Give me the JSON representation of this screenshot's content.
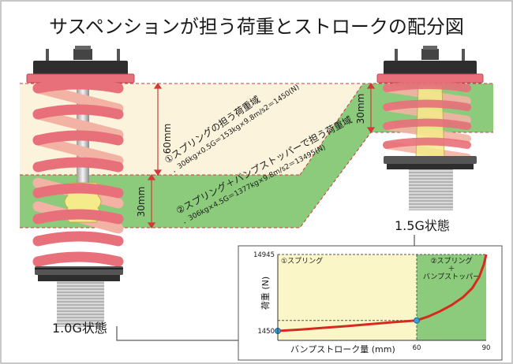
{
  "title": "サスペンションが担う荷重とストロークの配分図",
  "state_15g": "1.5G状態",
  "state_10g": "1.0G状態",
  "dim_60mm": "60mm",
  "dim_30mm_left": "30mm",
  "dim_30mm_right": "30mm",
  "zone1": {
    "heading": "①スプリングの担う荷重域",
    "formula": "．306kg×0.5G＝153kg×9.8m/s2＝1450(N)"
  },
  "zone2": {
    "heading": "②スプリング＋バンプストッパーで担う荷重域",
    "formula": "．306kg×4.5G＝1377kg×9.8m/s2＝13495(N)"
  },
  "chart_data": {
    "type": "line",
    "xlabel": "バンプストローク量 (mm)",
    "ylabel": "荷重 (N)",
    "x_ticks": [
      "60",
      "90"
    ],
    "y_ticks": [
      "14945",
      "1450"
    ],
    "xlim": [
      0,
      90
    ],
    "ylim": [
      1450,
      14945
    ],
    "regions": [
      {
        "label": "①スプリング",
        "x_range": [
          0,
          60
        ],
        "color": "#fbf6c8"
      },
      {
        "label": "②スプリング\n＋\nバンプストッパー",
        "x_range": [
          60,
          90
        ],
        "color": "#8ccb7c"
      }
    ],
    "series": [
      {
        "x": [
          0,
          10,
          20,
          30,
          40,
          50,
          60,
          65,
          70,
          75,
          80,
          84,
          87,
          89,
          90
        ],
        "y": [
          1450,
          1700,
          2000,
          2300,
          2650,
          3000,
          3300,
          4000,
          4900,
          6000,
          7400,
          9000,
          11000,
          13200,
          14945
        ],
        "color": "#d8291f"
      }
    ],
    "marked_points": [
      {
        "x": 0,
        "y": 1450
      },
      {
        "x": 60,
        "y": 3300
      }
    ]
  },
  "colors": {
    "spring_pink": "#e8707a",
    "spring_light": "#f3b3a4",
    "bumpstop_yellow": "#f4ec8a",
    "band_cream": "#fcf3dc",
    "band_green": "#8ccb7c",
    "curve_red": "#d8291f",
    "dim_red": "#d13a3a"
  }
}
